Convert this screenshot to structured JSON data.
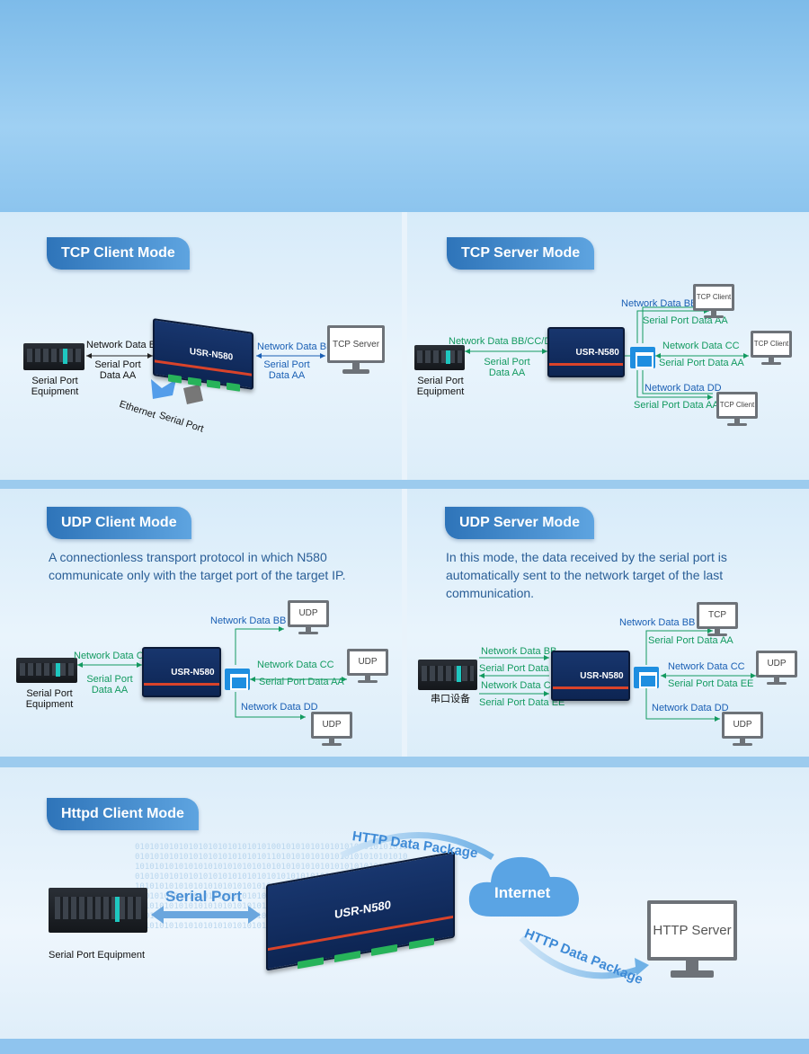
{
  "tcp_client": {
    "title": "TCP Client Mode",
    "left_top": "Network Data BB",
    "left_bottom": "Serial Port\nData AA",
    "right_top": "Network Data BB",
    "right_bottom": "Serial Port\nData AA",
    "equipment": "Serial Port\nEquipment",
    "device": "USR-N580",
    "server": "TCP Server",
    "ethernet": "Ethernet",
    "serial_port": "Serial Port"
  },
  "tcp_server": {
    "title": "TCP Server Mode",
    "left_top": "Network Data BB/CC/DD",
    "left_bottom": "Serial Port\nData AA",
    "equipment": "Serial Port\nEquipment",
    "device": "USR-N580",
    "c1_top": "Network Data BB",
    "c1_bottom": "Serial Port Data AA",
    "c1_name": "TCP Client",
    "c2_top": "Network Data CC",
    "c2_bottom": "Serial Port Data AA",
    "c2_name": "TCP Client",
    "c3_top": "Network Data DD",
    "c3_bottom": "Serial Port Data AA",
    "c3_name": "TCP Client"
  },
  "udp_client": {
    "title": "UDP Client Mode",
    "description": "A connectionless transport protocol in which N580 communicate only with the target port of the target IP.",
    "left_top": "Network Data CC",
    "left_bottom": "Serial Port\nData AA",
    "equipment": "Serial Port\nEquipment",
    "device": "USR-N580",
    "u1_top": "Network Data BB",
    "u1_name": "UDP",
    "u2_top": "Network Data CC",
    "u2_bottom": "Serial Port Data AA",
    "u2_name": "UDP",
    "u3_top": "Network Data DD",
    "u3_name": "UDP"
  },
  "udp_server": {
    "title": "UDP Server Mode",
    "description": "In this mode, the data received by the serial port is automatically sent to the network target of the last communication.",
    "l1": "Network Data BB",
    "l2": "Serial Port Data AA",
    "l3": "Network Data CC",
    "l4": "Serial Port Data EE",
    "equipment": "串口设备",
    "device": "USR-N580",
    "u1_top": "Network Data BB",
    "u1_bottom": "Serial Port  Data AA",
    "u1_name": "TCP",
    "u2_top": "Network Data CC",
    "u2_bottom": "Serial Port  Data EE",
    "u2_name": "UDP",
    "u3_top": "Network Data DD",
    "u3_name": "UDP"
  },
  "httpd": {
    "title": "Httpd Client Mode",
    "serial_port": "Serial Port",
    "equipment": "Serial Port Equipment",
    "device": "USR-N580",
    "pkg_top": "HTTP Data Package",
    "internet": "Internet",
    "pkg_bottom": "HTTP Data Package",
    "server": "HTTP Server"
  },
  "colors": {
    "accent": "#2e74b9",
    "green": "#139a60",
    "blue_text": "#1a5fb4"
  }
}
